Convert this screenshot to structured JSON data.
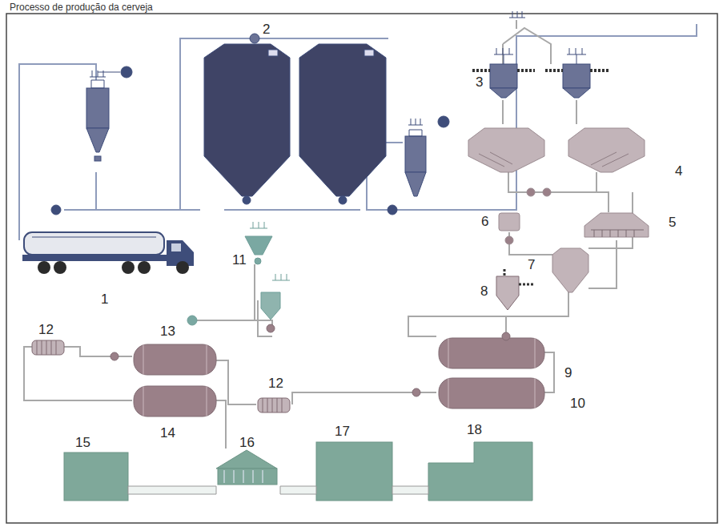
{
  "diagram": {
    "caption": "Processo de produção da cerveja",
    "labels": [
      "2",
      "3",
      "4",
      "5",
      "6",
      "7",
      "1",
      "11",
      "8",
      "12",
      "13",
      "12",
      "9",
      "10",
      "14",
      "15",
      "16",
      "17",
      "18"
    ]
  }
}
